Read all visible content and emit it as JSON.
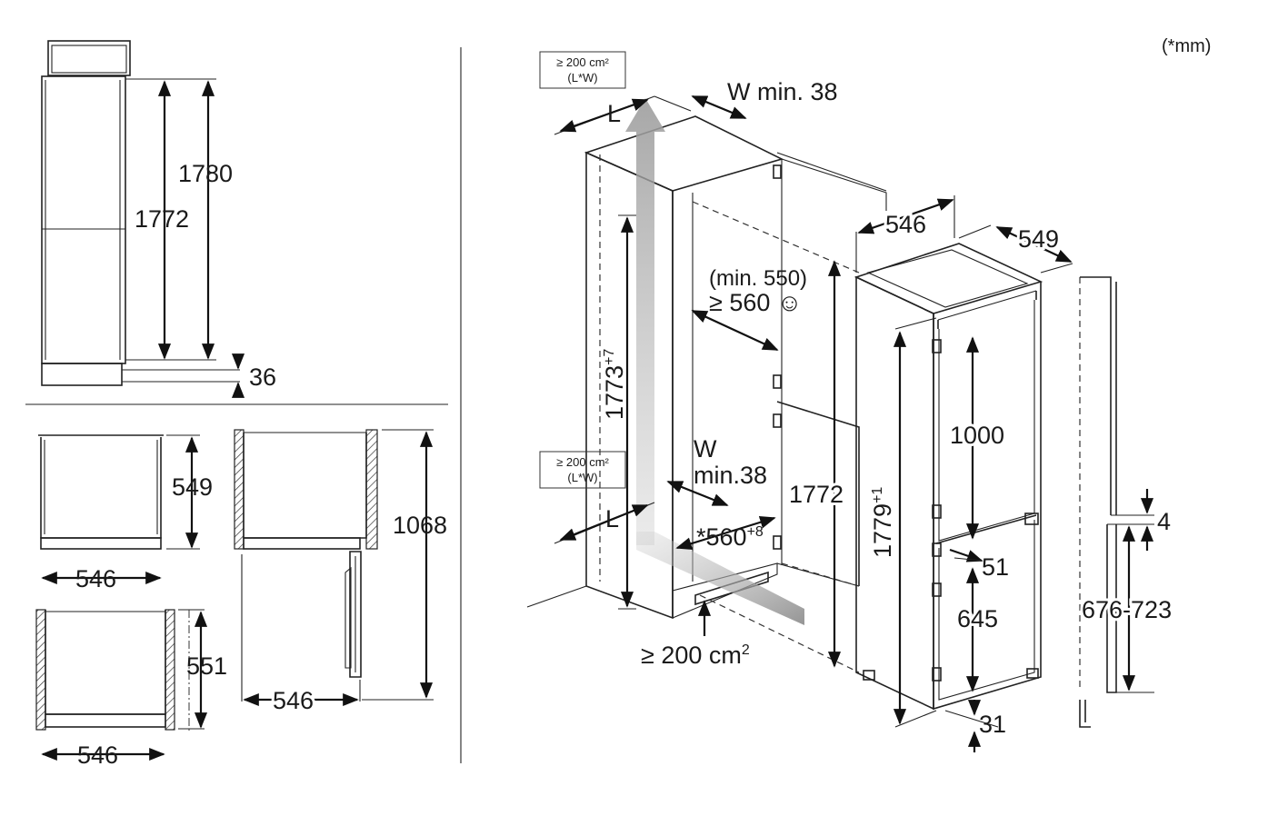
{
  "unit_note": "(*mm)",
  "side_view": {
    "height_outer": "1780",
    "height_inner": "1772",
    "plinth": "36"
  },
  "top_view_1": {
    "depth": "549",
    "width": "546"
  },
  "top_view_2": {
    "depth": "551",
    "width": "546"
  },
  "door_view": {
    "height": "1068",
    "width": "546"
  },
  "niche": {
    "vent_top": {
      "line1": "≥ 200 cm²",
      "line2": "(L*W)"
    },
    "vent_bottom": {
      "line1": "≥ 200 cm²",
      "line2": "(L*W)"
    },
    "L_top": "L",
    "L_bottom": "L",
    "w_min_top": "W min. 38",
    "w_bottom_1": "W",
    "w_bottom_2": "min.38",
    "depth_min_1": "(min. 550)",
    "depth_min_2": "≥ 560 ☺",
    "height_niche": "1773",
    "height_niche_tol": "+7",
    "width_niche": "*560",
    "width_niche_tol": "+8",
    "height_1772": "1772",
    "plinth_vent_base": "≥ 200 cm",
    "plinth_vent_exp": "2"
  },
  "appliance": {
    "width": "546",
    "depth": "549",
    "height": "1779",
    "height_tol": "+1",
    "upper_door": "1000",
    "gap": "51",
    "lower_door": "645",
    "bottom": "31"
  },
  "strip": {
    "gap": "4",
    "range": "676-723"
  }
}
